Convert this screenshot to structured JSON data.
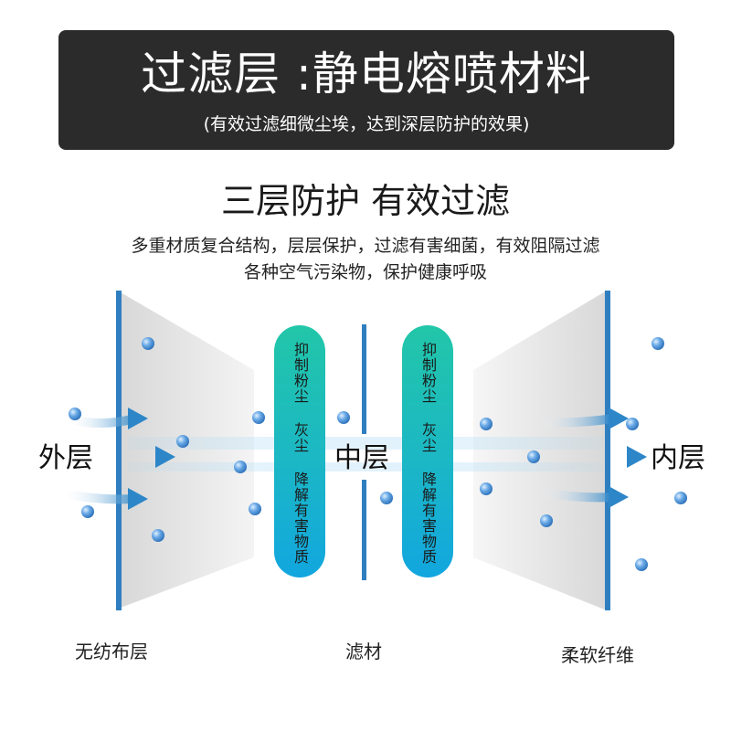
{
  "banner": {
    "title": "过滤层 :静电熔喷材料",
    "subtitle": "(有效过滤细微尘埃，达到深层防护的效果)"
  },
  "heading": "三层防护 有效过滤",
  "description": {
    "line1": "多重材质复合结构，层层保护，过滤有害细菌，有效阻隔过滤",
    "line2": "各种空气污染物，保护健康呼吸"
  },
  "layers": {
    "outer_label": "外层",
    "middle_label": "中层",
    "inner_label": "内层"
  },
  "pills": [
    {
      "text": "抑制粉尘 灰尘 降解有害物质"
    },
    {
      "text": "抑制粉尘 灰尘 降解有害物质"
    }
  ],
  "bottom_labels": {
    "left": "无纺布层",
    "middle": "滤材",
    "right": "柔软纤维"
  },
  "colors": {
    "banner_bg": "#2b2b2b",
    "panel_edge": "#2f7fc0",
    "pill_top": "#22c6a8",
    "pill_bottom": "#12a6df",
    "particle": "#4a90d9"
  }
}
